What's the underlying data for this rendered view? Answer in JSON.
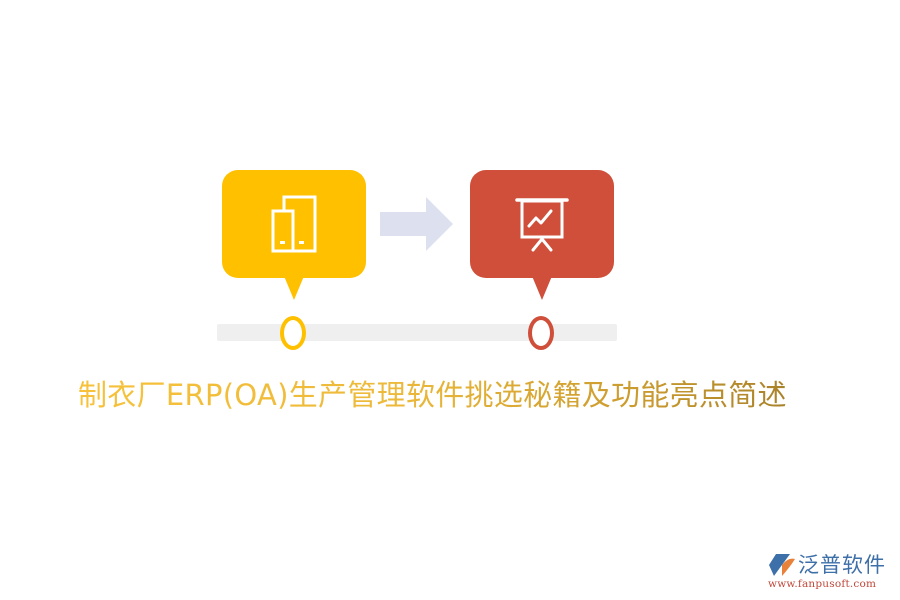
{
  "diagram": {
    "type": "timeline-flow",
    "steps": [
      {
        "index": 1,
        "icon": "mobile-devices-icon",
        "color": "#FFC000"
      },
      {
        "index": 2,
        "icon": "presentation-chart-icon",
        "color": "#CF4F3A"
      }
    ],
    "connector": {
      "icon": "right-arrow-icon",
      "color": "#DDE1EF"
    },
    "track_color": "#EFEFEF"
  },
  "title": "制衣厂ERP(OA)生产管理软件挑选秘籍及功能亮点简述",
  "title_colors": {
    "start": "#F7C23A",
    "end": "#A9822A"
  },
  "logo": {
    "name": "泛普软件",
    "url": "www.fanpusoft.com",
    "name_color": "#3D6FA8",
    "url_color": "#C0483A"
  }
}
